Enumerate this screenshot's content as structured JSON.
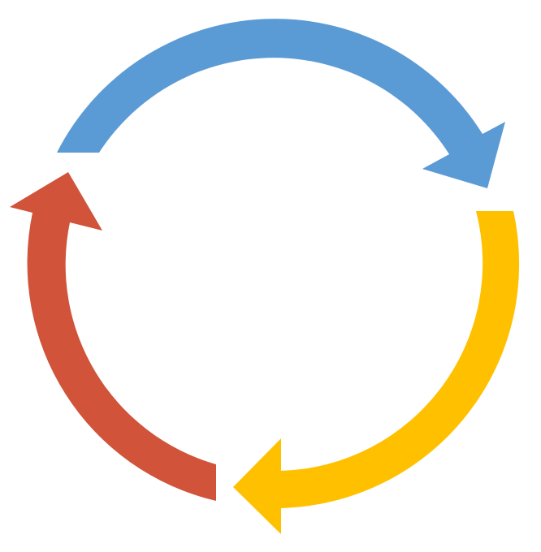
{
  "diagram": {
    "type": "cycle",
    "direction": "clockwise",
    "arrows": [
      {
        "name": "top-arrow",
        "color": "#5B9BD5"
      },
      {
        "name": "right-arrow",
        "color": "#FFC000"
      },
      {
        "name": "left-arrow",
        "color": "#D0533A"
      }
    ]
  }
}
